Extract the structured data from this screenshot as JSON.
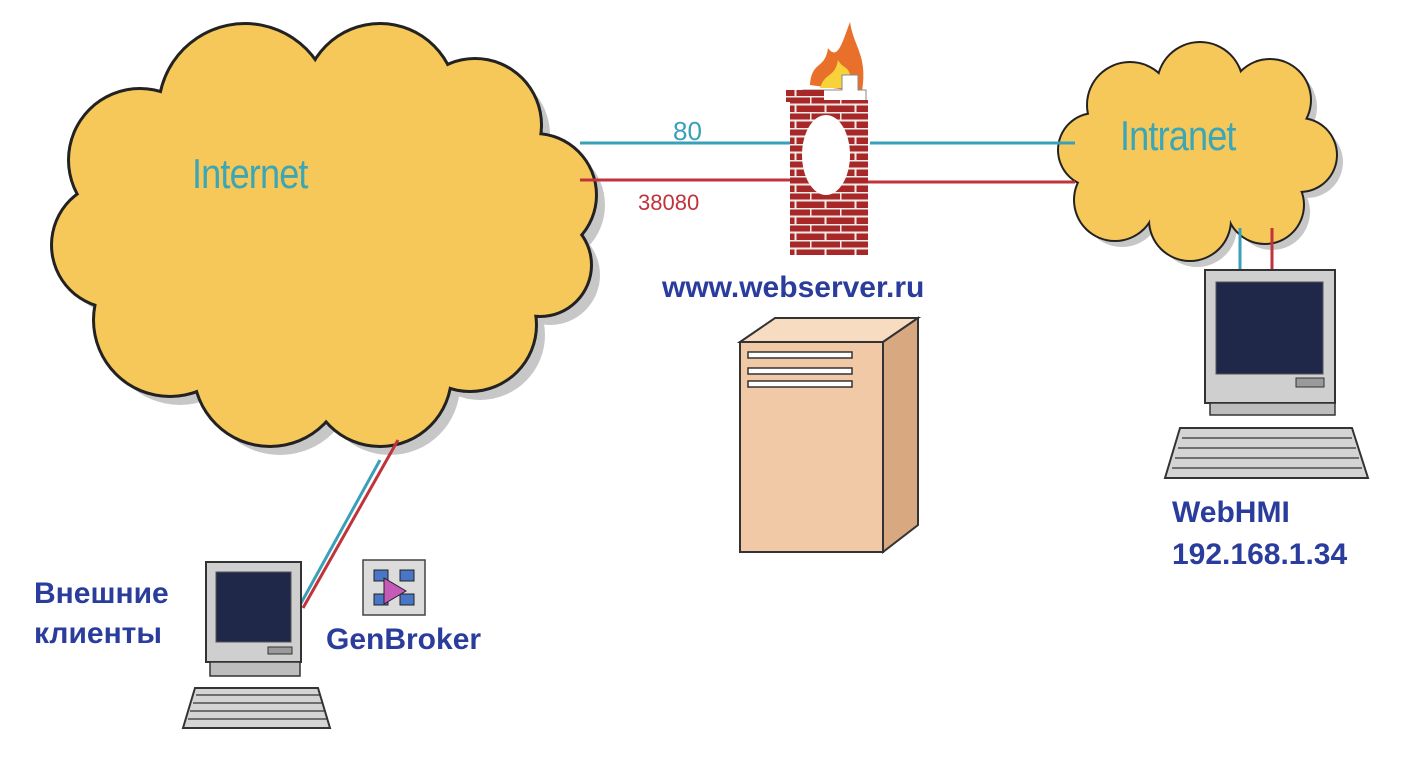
{
  "labels": {
    "internet": "Internet",
    "intranet": "Intranet",
    "port_blue": "80",
    "port_red": "38080",
    "webserver": "www.webserver.ru",
    "external_clients_line1": "Внешние",
    "external_clients_line2": "клиенты",
    "genbroker": "GenBroker",
    "webhmi_name": "WebHMI",
    "webhmi_ip": "192.168.1.34"
  },
  "colors": {
    "cloud_fill": "#f6c85a",
    "cloud_stroke": "#222222",
    "link_blue": "#3a9fb8",
    "link_red": "#c0333a",
    "label_blue": "#2a3c9c",
    "cloud_text": "#3aa6b6",
    "brick": "#a8282a",
    "server_fill": "#f2c9a6",
    "monitor_gray": "#c8c8c8",
    "screen": "#20284a"
  },
  "icons": [
    "internet-cloud-icon",
    "intranet-cloud-icon",
    "firewall-icon",
    "server-tower-icon",
    "client-computer-icon",
    "webhmi-computer-icon",
    "genbroker-icon"
  ]
}
